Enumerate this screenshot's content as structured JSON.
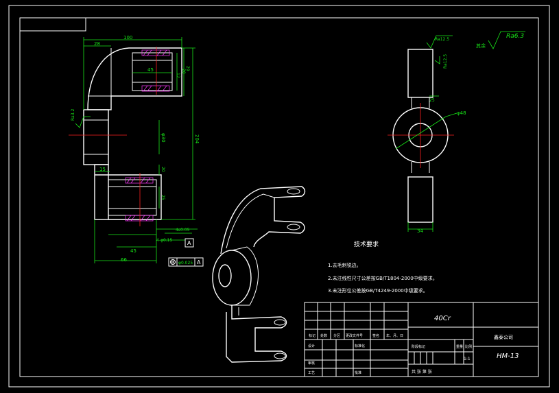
{
  "drawing": {
    "background": "#000000",
    "line_color": "#ffffff",
    "dim_color": "#18e818"
  },
  "dims": {
    "d100": "100",
    "d28": "28",
    "d45a": "45",
    "d12": "12",
    "d20a": "20",
    "d29": "29",
    "d204": "204",
    "phi30": "φ30",
    "d15": "15",
    "d20b": "20",
    "d25": "25",
    "d45b": "45",
    "d66": "66",
    "tol_a": "4ε0.05",
    "tol_b": "4-φ0.15",
    "d4": "4",
    "phi48": "φ48",
    "d34": "34",
    "d25b": "25",
    "ra_left": "Ra3.2",
    "ra_t1": "Ra12.5",
    "ra_t2": "Ra12.5",
    "ra_general": "Ra6.3",
    "ra_general_prefix": "其余",
    "datum_a1": "A",
    "datum_a2": "A",
    "fcf_tol": "φ0.025",
    "fcf_datum": "A"
  },
  "notes": {
    "title": "技术要求",
    "line1": "1.去毛刺锐边。",
    "line2": "2.未注线性尺寸公差按GB/T1804-2000中级要求。",
    "line3": "3.未注形位公差按GB/T4249-2000中级要求。"
  },
  "title_block": {
    "material": "40Cr",
    "company": "鑫泰公司",
    "drawing_number": "HM-13",
    "h_mark": "标记",
    "h_count": "处数",
    "h_zone": "分区",
    "h_docno": "更改文件号",
    "h_sign": "签名",
    "h_date": "年、月、日",
    "h_design": "设计",
    "h_std": "标准化",
    "h_stage": "阶段标记",
    "h_weight": "重量",
    "h_scale": "比例",
    "scale": "1:1",
    "h_check": "审核",
    "h_craft": "工艺",
    "h_approve": "批准",
    "sheet": "共  张  第  张"
  }
}
